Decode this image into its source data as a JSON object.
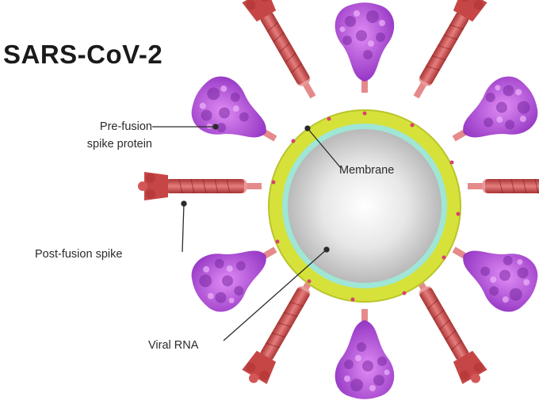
{
  "title": "SARS-CoV-2",
  "labels": {
    "pre_fusion_line1": "Pre-fusion",
    "pre_fusion_line2": "spike protein",
    "post_fusion": "Post-fusion spike",
    "membrane": "Membrane",
    "viral_rna": "Viral RNA"
  },
  "colors": {
    "envelope": "#d6e23a",
    "membrane": "#9fe6d6",
    "core": "#c9c9c9",
    "post_fusion_spike": "#d24a4a",
    "pre_fusion_spike": "#b14ed6"
  }
}
